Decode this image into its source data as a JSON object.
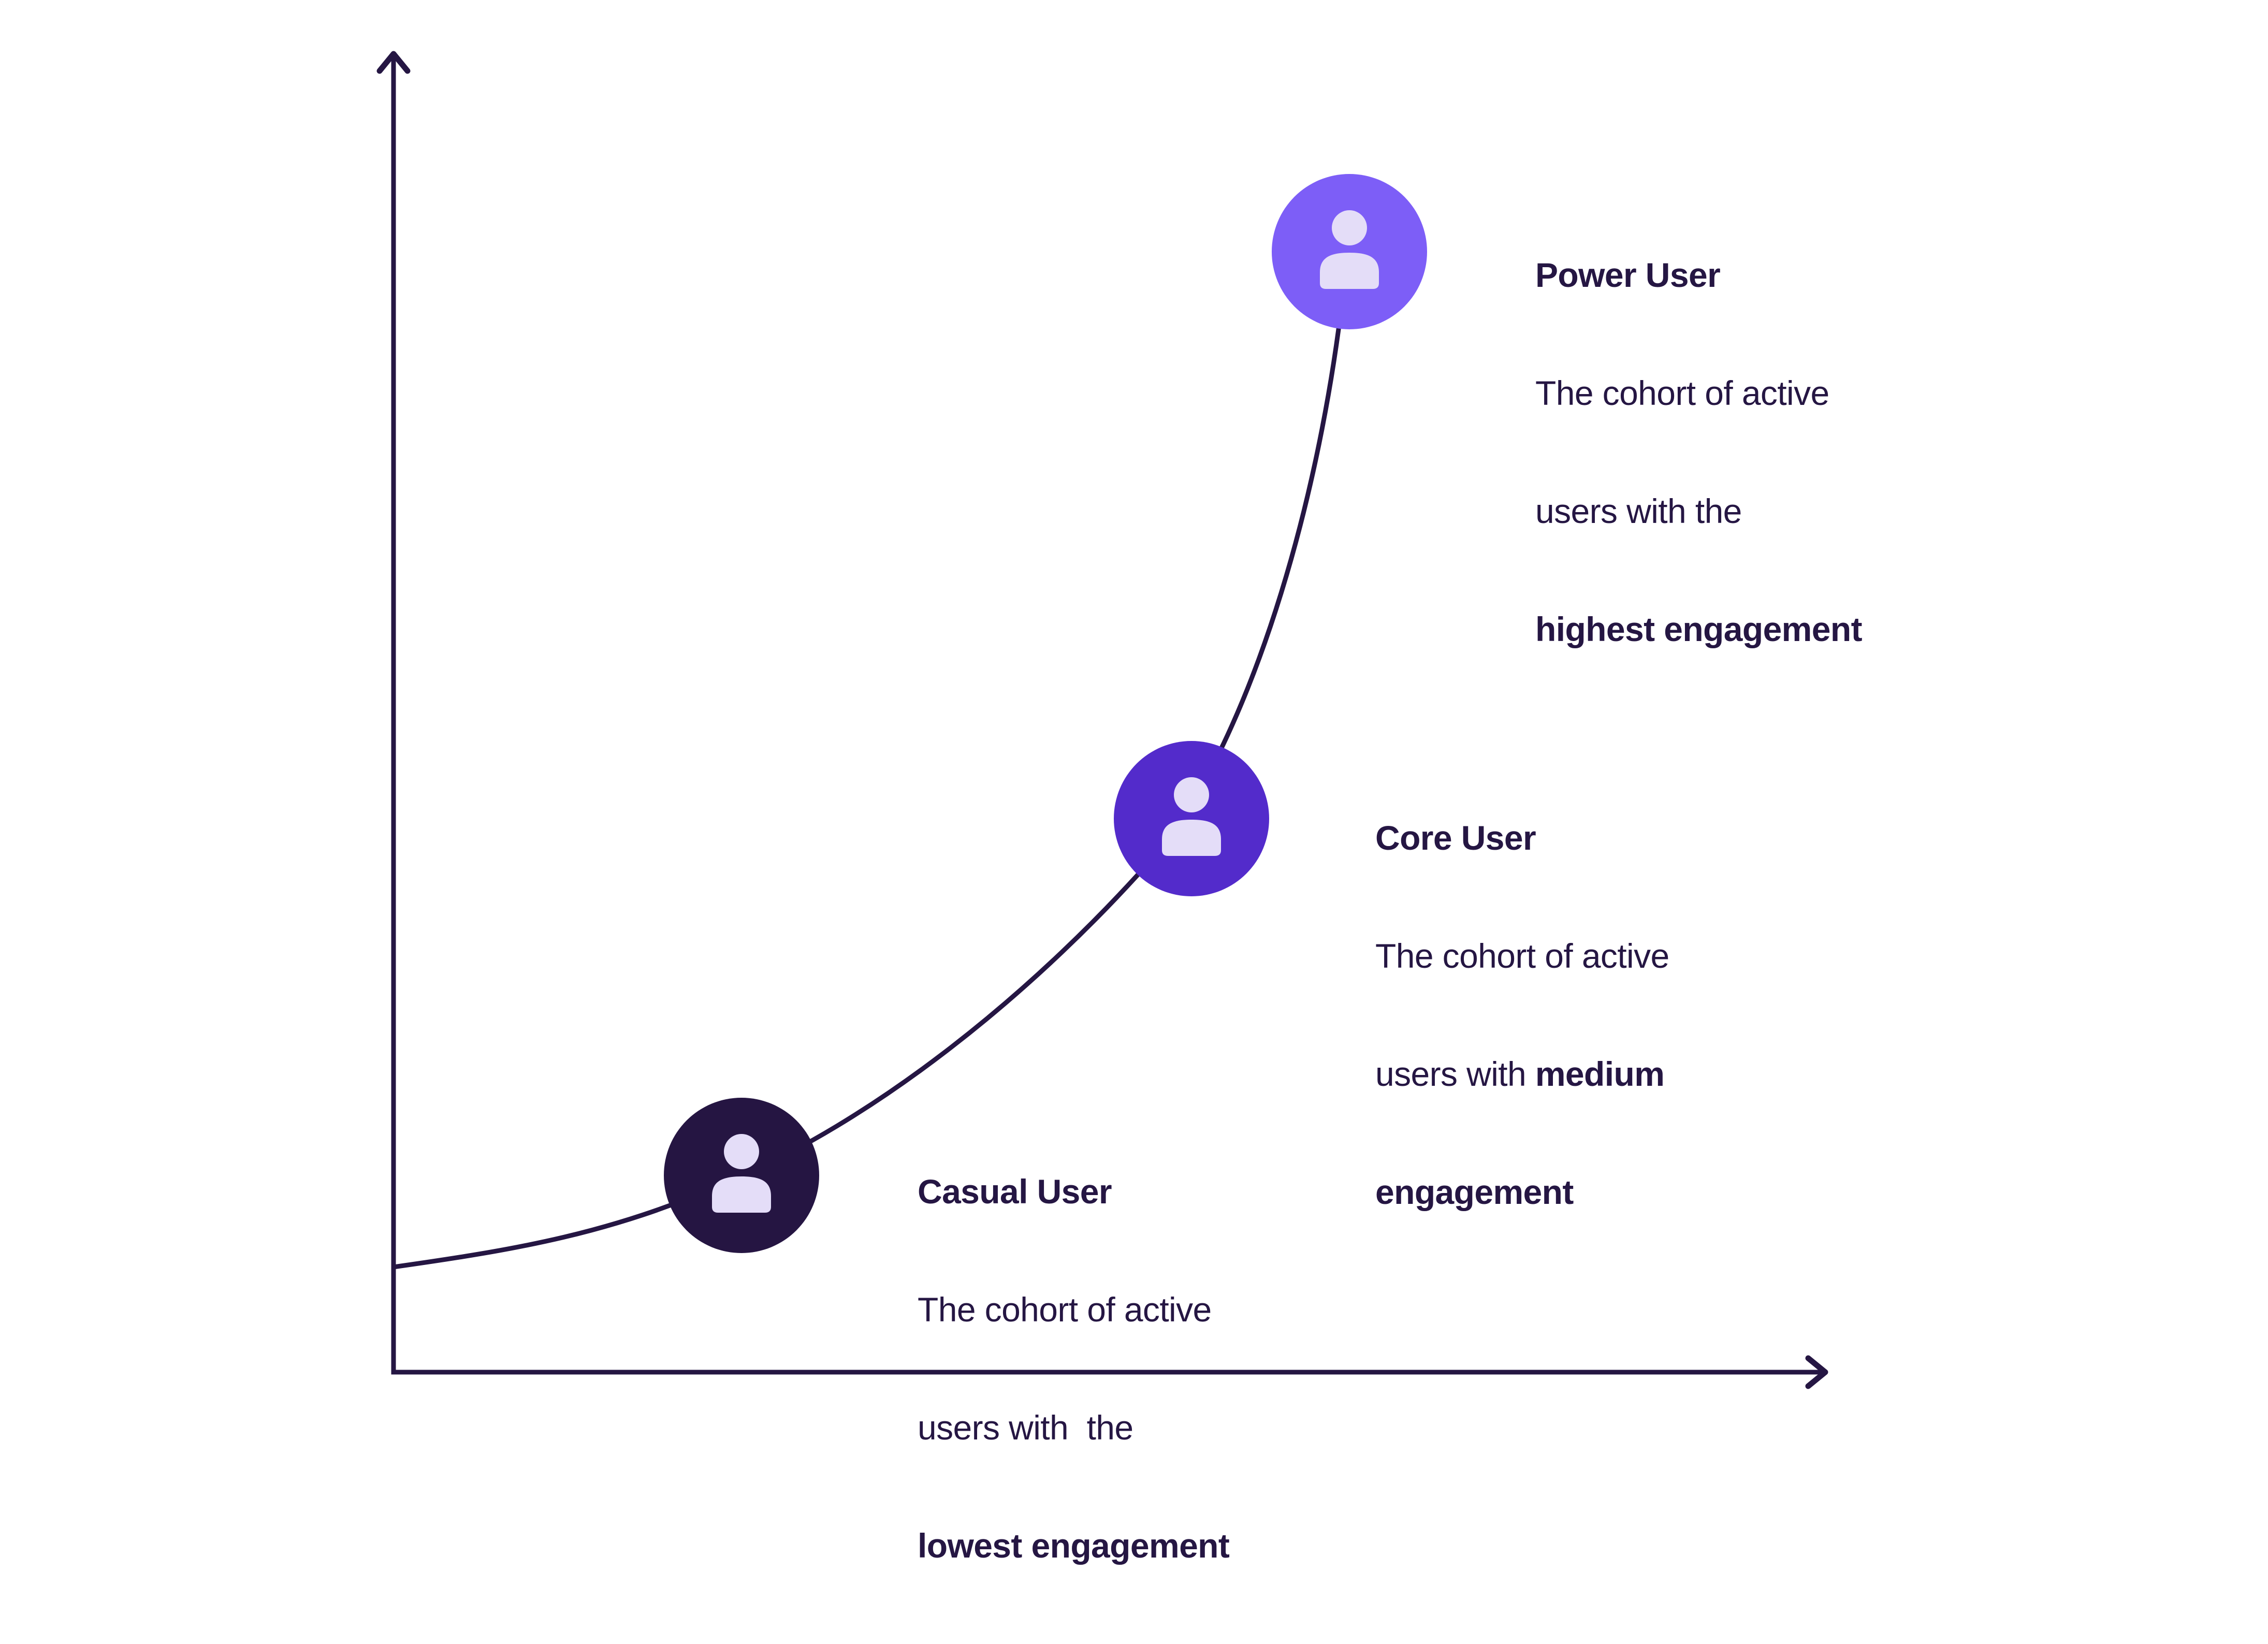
{
  "colors": {
    "ink": "#251643",
    "power_circle": "#7D5EF7",
    "core_circle": "#532BCB",
    "casual_circle": "#251542",
    "icon_fill": "#E4DDF8",
    "background": "#FFFFFF"
  },
  "icons": {
    "avatar": "user-icon",
    "y_axis_end": "arrow-up-icon",
    "x_axis_end": "arrow-right-icon"
  },
  "labels": [
    {
      "id": "power",
      "title": "Power User",
      "line2": "The cohort of active",
      "line3": "users with the",
      "line3_bold": "",
      "line4_bold": "highest engagement"
    },
    {
      "id": "core",
      "title": "Core User",
      "line2": "The cohort of active",
      "line3": "users with ",
      "line3_bold": "medium",
      "line4_bold": "engagement"
    },
    {
      "id": "casual",
      "title": "Casual User",
      "line2": "The cohort of active",
      "line3": "users with  the",
      "line3_bold": "",
      "line4_bold": "lowest engagement"
    }
  ]
}
